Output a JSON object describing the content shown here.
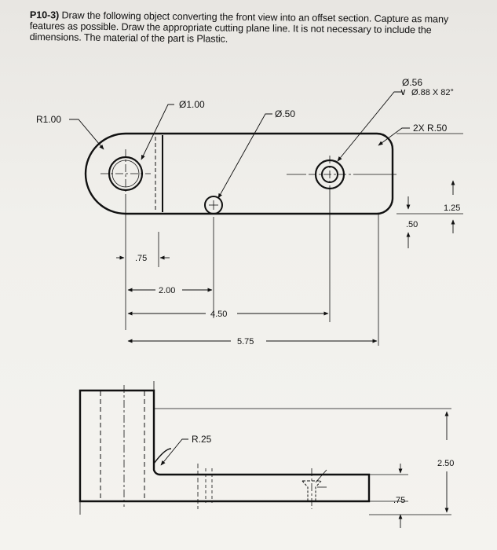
{
  "problem": {
    "id": "P10-3)",
    "text": "Draw the following object converting the front view into an offset section. Capture as many features as possible. Draw the appropriate cutting plane line. It is not necessary to include the dimensions. The material of the part is Plastic."
  },
  "top_view": {
    "labels": {
      "r_end": "R1.00",
      "hole_large": "Ø1.00",
      "hole_small": "Ø.50",
      "cbore_dia": "Ø.56",
      "csink": "Ø.88 X 82°",
      "radii": "2X R.50",
      "height": "1.25",
      "hole_offset": ".50"
    },
    "dims": {
      "d1": ".75",
      "d2": "2.00",
      "d3": "4.50",
      "d4": "5.75"
    }
  },
  "front_view": {
    "labels": {
      "fillet": "R.25",
      "height": "2.50",
      "base": ".75"
    }
  }
}
